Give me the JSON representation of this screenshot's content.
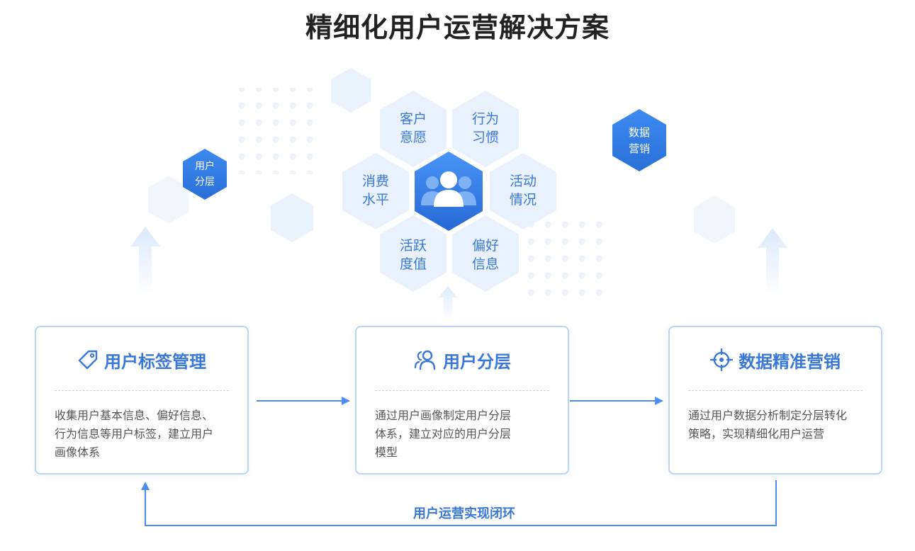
{
  "title": "精细化用户运营解决方案",
  "hexagons": {
    "customer_intent": {
      "line1": "客户",
      "line2": "意愿"
    },
    "behavior_habit": {
      "line1": "行为",
      "line2": "习惯"
    },
    "consumption_level": {
      "line1": "消费",
      "line2": "水平"
    },
    "activity_status": {
      "line1": "活动",
      "line2": "情况"
    },
    "activeness": {
      "line1": "活跃",
      "line2": "度值"
    },
    "preference_info": {
      "line1": "偏好",
      "line2": "信息"
    },
    "user_layer": {
      "line1": "用户",
      "line2": "分层"
    },
    "data_marketing": {
      "line1": "数据",
      "line2": "营销"
    }
  },
  "cards": [
    {
      "title": "用户标签管理",
      "icon": "tag-icon",
      "desc_lines": [
        "收集用户基本信息、偏好信息、",
        "行为信息等用户标签，建立用户",
        "画像体系"
      ]
    },
    {
      "title": "用户分层",
      "icon": "users-icon",
      "desc_lines": [
        "通过用户画像制定用户分层",
        "体系，建立对应的用户分层",
        "模型"
      ]
    },
    {
      "title": "数据精准营销",
      "icon": "target-icon",
      "desc_lines": [
        "通过用户数据分析制定分层转化",
        "策略，实现精细化用户运营"
      ]
    }
  ],
  "loop_label": "用户运营实现闭环",
  "colors": {
    "accent": "#3a78d8",
    "accent_light": "#e8f1fc",
    "card_border": "#b9d4f6",
    "title": "#222222"
  }
}
